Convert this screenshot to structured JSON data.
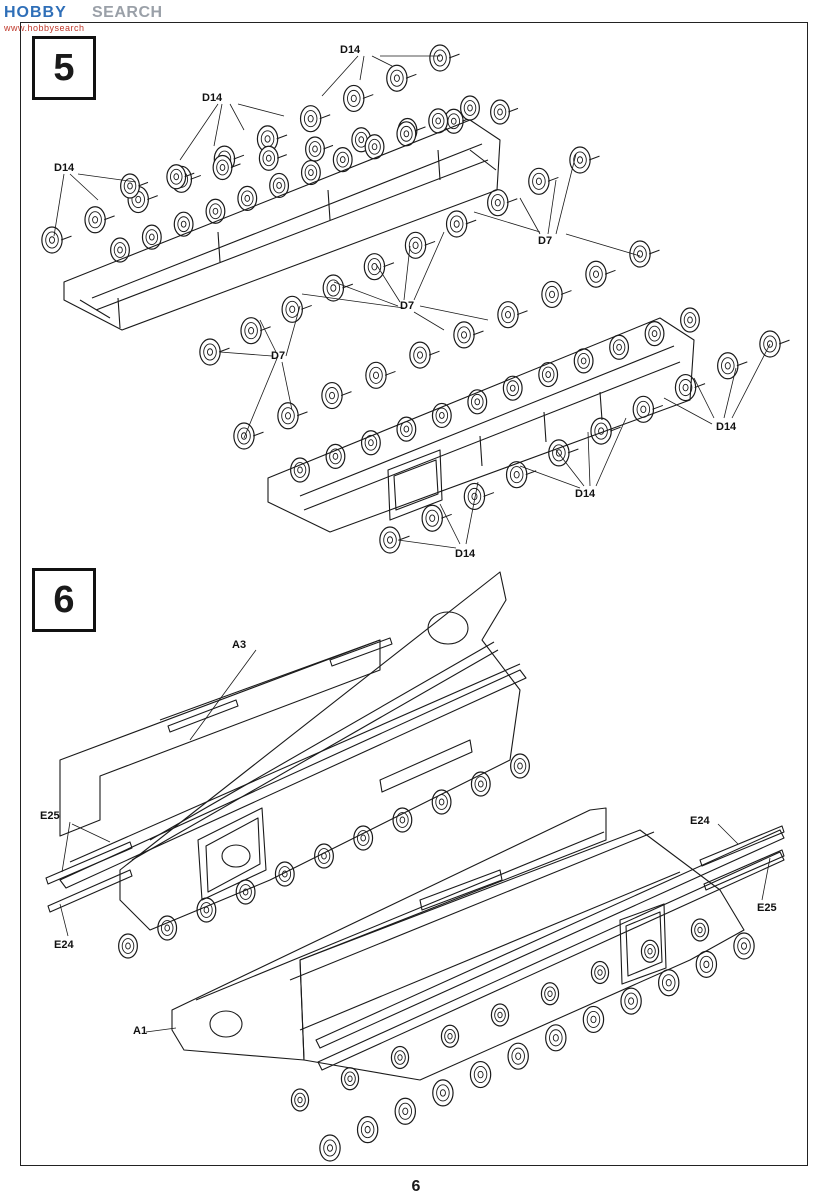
{
  "watermark": {
    "brand": "HOBBY",
    "search": "SEARCH",
    "site": "www.hobbysearch"
  },
  "steps": {
    "step5": "5",
    "step6": "6"
  },
  "labels": {
    "d14": "D14",
    "d7": "D7",
    "a3": "A3",
    "a1": "A1",
    "e24": "E24",
    "e25": "E25"
  },
  "page_number": "6",
  "colors": {
    "ink": "#1a1a1a",
    "paper": "#ffffff",
    "watermark_blue": "#2f6fb8",
    "watermark_red": "#c0392b"
  }
}
